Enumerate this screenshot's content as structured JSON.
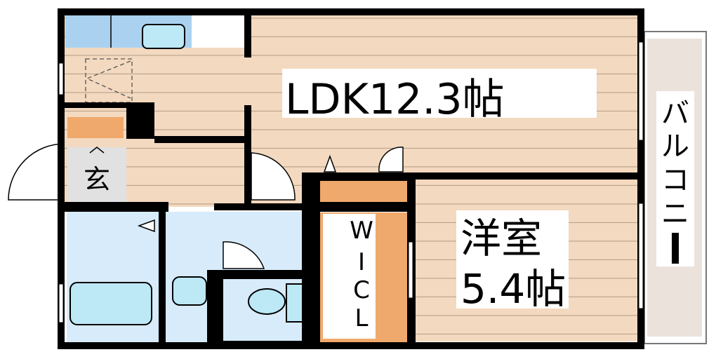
{
  "floorplan": {
    "ldk_label": "LDK12.3帖",
    "western_room_line1": "洋室",
    "western_room_line2": "5.4帖",
    "entrance_label": "玄",
    "wic_chars": [
      "W",
      "I",
      "C",
      "L"
    ],
    "balcony_chars": [
      "バ",
      "ル",
      "コ",
      "ニ",
      "ー"
    ]
  },
  "colors": {
    "floor_wood": "#f3d9bf",
    "floor_lines": "#b9a18c",
    "wet_area": "#d8ebfa",
    "wet_fixture": "#bde8f6",
    "kitchen_blue": "#aad2f0",
    "storage_orange": "#f0a96c",
    "entrance_grey": "#e1e1e1",
    "balcony_fill": "#ebe2dc",
    "wall": "#000000"
  }
}
